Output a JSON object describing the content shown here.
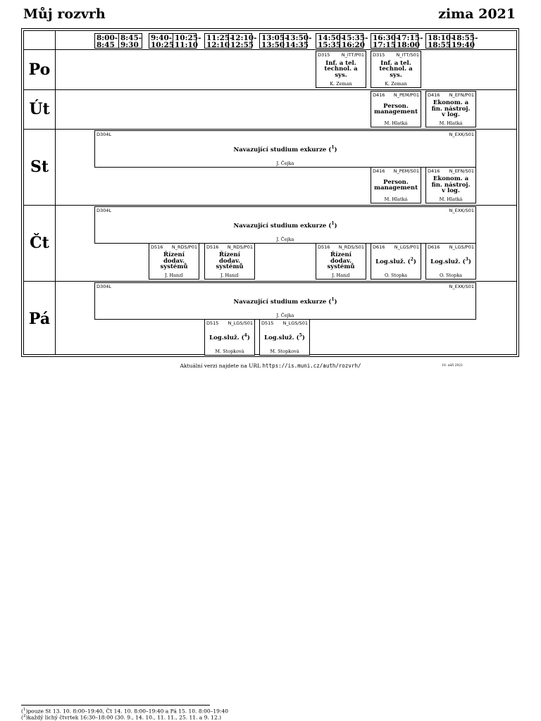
{
  "header": {
    "title": "Můj rozvrh",
    "semester": "zima 2021"
  },
  "timeslots": [
    [
      "8:00-\n8:45",
      "8:45-\n9:30"
    ],
    [
      "9:40-\n10:25",
      "10:25-\n11:10"
    ],
    [
      "11:25-\n12:10",
      "12:10-\n12:55"
    ],
    [
      "13:05-\n13:50",
      "13:50-\n14:35"
    ],
    [
      "14:50-\n15:35",
      "15:35-\n16:20"
    ],
    [
      "16:30-\n17:15",
      "17:15-\n18:00"
    ],
    [
      "18:10-\n18:55",
      "18:55-\n19:40"
    ]
  ],
  "days": [
    {
      "name": "Po",
      "events": [
        {
          "room": "D315",
          "code": "N_ITT/P01",
          "title": "Inf. a tel.\ntechnol. a sys.",
          "note": "",
          "teacher": "K. Zeman"
        },
        {
          "room": "D315",
          "code": "N_ITT/S01",
          "title": "Inf. a tel.\ntechnol. a sys.",
          "note": "",
          "teacher": "K. Zeman"
        }
      ]
    },
    {
      "name": "Út",
      "events": [
        {
          "room": "D416",
          "code": "N_PEM/P01",
          "title": "Person.\nmanagement",
          "note": "",
          "teacher": "M. Hlatká"
        },
        {
          "room": "D416",
          "code": "N_EFN/P01",
          "title": "Ekonom. a\nfin. nástroj.\nv log.",
          "note": "",
          "teacher": "M. Hlatká"
        }
      ]
    },
    {
      "name": "St",
      "events": [
        {
          "room": "D304L",
          "code": "N_EXK/S01",
          "title": "Navazující studium exkurze",
          "note": "1",
          "teacher": "J. Čejka"
        },
        {
          "room": "D416",
          "code": "N_PEM/S01",
          "title": "Person.\nmanagement",
          "note": "",
          "teacher": "M. Hlatká"
        },
        {
          "room": "D416",
          "code": "N_EFN/S01",
          "title": "Ekonom. a\nfin. nástroj.\nv log.",
          "note": "",
          "teacher": "M. Hlatká"
        }
      ]
    },
    {
      "name": "Čt",
      "events": [
        {
          "room": "D304L",
          "code": "N_EXK/S01",
          "title": "Navazující studium exkurze",
          "note": "1",
          "teacher": "J. Čejka"
        },
        {
          "room": "D516",
          "code": "N_RDS/P01",
          "title": "Řízení\ndodav.\nsystémů",
          "note": "",
          "teacher": "J. Hanzl"
        },
        {
          "room": "D516",
          "code": "N_RDS/P01",
          "title": "Řízení\ndodav.\nsystémů",
          "note": "",
          "teacher": "J. Hanzl"
        },
        {
          "room": "D516",
          "code": "N_RDS/S01",
          "title": "Řízení\ndodav.\nsystémů",
          "note": "",
          "teacher": "J. Hanzl"
        },
        {
          "room": "D616",
          "code": "N_LGS/P01",
          "title": "Log.služ.",
          "note": "2",
          "teacher": "O. Stopka"
        },
        {
          "room": "D616",
          "code": "N_LGS/P01",
          "title": "Log.služ.",
          "note": "3",
          "teacher": "O. Stopka"
        }
      ]
    },
    {
      "name": "Pá",
      "events": [
        {
          "room": "D304L",
          "code": "N_EXK/S01",
          "title": "Navazující studium exkurze",
          "note": "1",
          "teacher": "J. Čejka"
        },
        {
          "room": "D515",
          "code": "N_LGS/S01",
          "title": "Log.služ.",
          "note": "4",
          "teacher": "M. Stopková"
        },
        {
          "room": "D515",
          "code": "N_LGS/S01",
          "title": "Log.služ.",
          "note": "5",
          "teacher": "M. Stopková"
        }
      ]
    }
  ],
  "footer": {
    "url_prefix": "Aktuální verzi najdete na URL ",
    "url": "https://is.muni.cz/auth/rozvrh/",
    "date": "10. září 2021"
  },
  "footnotes": [
    {
      "mark": "1",
      "text": "pouze St 13. 10. 8:00–19:40, Čt 14. 10. 8:00–19:40 a Pá 15. 10. 8:00–19:40"
    },
    {
      "mark": "2",
      "text": "každý lichý čtvrtek 16:30–18:00 (30. 9., 14. 10., 11. 11., 25. 11. a 9. 12.)"
    }
  ]
}
